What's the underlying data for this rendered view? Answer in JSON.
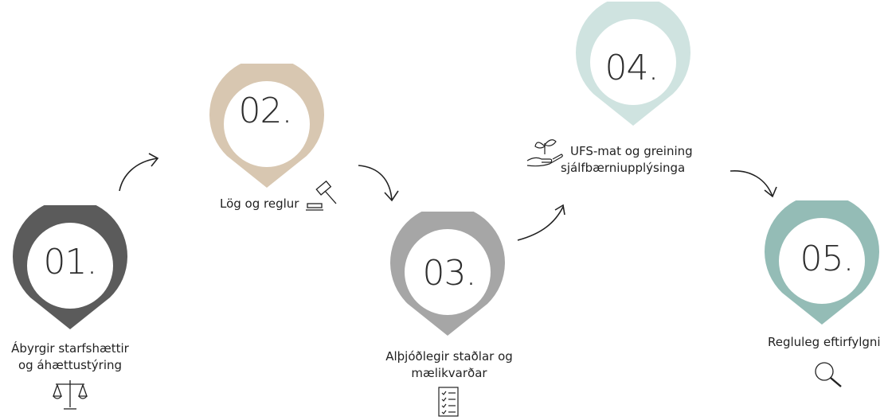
{
  "steps": [
    {
      "number": "01.",
      "label_lines": [
        "Ábyrgir starfshættir",
        "og áhættustýring"
      ],
      "color": "#5b5b5b",
      "icon": "scales-icon"
    },
    {
      "number": "02.",
      "label_lines": [
        "Lög og reglur"
      ],
      "color": "#d8c7b1",
      "icon": "gavel-icon"
    },
    {
      "number": "03.",
      "label_lines": [
        "Alþjóðlegir staðlar og",
        "mælikvarðar"
      ],
      "color": "#a6a6a6",
      "icon": "checklist-icon"
    },
    {
      "number": "04.",
      "label_lines": [
        "UFS-mat og greining",
        "sjálfbærniupplýsinga"
      ],
      "color": "#cfe3e0",
      "icon": "plant-hand-icon"
    },
    {
      "number": "05.",
      "label_lines": [
        "Regluleg eftirfylgni"
      ],
      "color": "#94bcb6",
      "icon": "magnifier-icon"
    }
  ],
  "colors": {
    "arrow": "#222222",
    "number_text": "#2e2e2e"
  }
}
